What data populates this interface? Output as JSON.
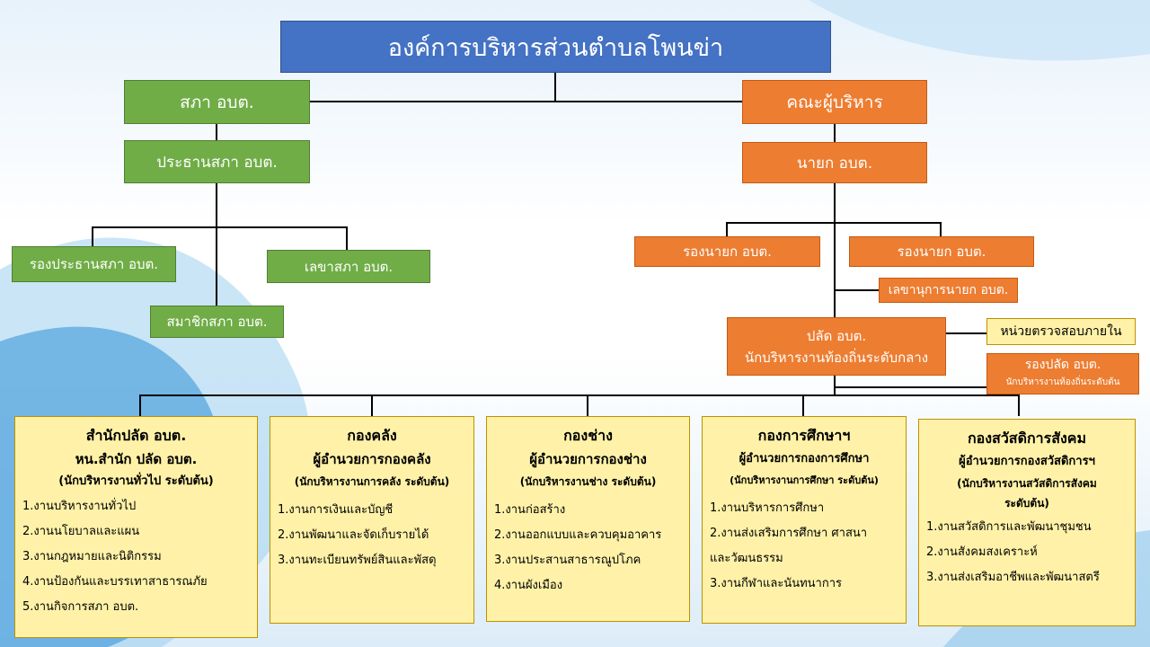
{
  "title": "องค์การบริหารส่วนตำบลโพนข่า",
  "left": {
    "council": "สภา อบต.",
    "chair": "ประธานสภา อบต.",
    "vice_chair": "รองประธานสภา อบต.",
    "secretary": "เลขาสภา อบต.",
    "member": "สมาชิกสภา อบต."
  },
  "right": {
    "executive": "คณะผู้บริหาร",
    "mayor": "นายก อบต.",
    "deputy1": "รองนายก อบต.",
    "deputy2": "รองนายก อบต.",
    "mayor_secretary": "เลขานุการนายก อบต.",
    "clerk_line1": "ปลัด อบต.",
    "clerk_line2": "นักบริหารงานท้องถิ่นระดับกลาง",
    "audit": "หน่วยตรวจสอบภายใน",
    "deputy_clerk_line1": "รองปลัด อบต.",
    "deputy_clerk_line2": "นักบริหารงานท้องถิ่นระดับต้น"
  },
  "departments": [
    {
      "headings": [
        "สำนักปลัด อบต.",
        "หน.สำนัก ปลัด อบต.",
        "(นักบริหารงานทั่วไป ระดับต้น)"
      ],
      "items": [
        "1.งานบริหารงานทั่วไป",
        "2.งานนโยบาลและแผน",
        "3.งานกฎหมายและนิติกรรม",
        "4.งานป้องกันและบรรเทาสาธารณภัย",
        "5.งานกิจการสภา อบต."
      ]
    },
    {
      "headings": [
        "กองคลัง",
        "ผู้อำนวยการกองคลัง",
        "(นักบริหารงานการคลัง ระดับต้น)"
      ],
      "items": [
        "1.งานการเงินและบัญชี",
        "2.งานพัฒนาและจัดเก็บรายได้",
        "3.งานทะเบียนทรัพย์สินและพัสดุ"
      ]
    },
    {
      "headings": [
        "กองช่าง",
        "ผู้อำนวยการกองช่าง",
        "(นักบริหารงานช่าง ระดับต้น)"
      ],
      "items": [
        "1.งานก่อสร้าง",
        "2.งานออกแบบและควบคุมอาคาร",
        "3.งานประสานสาธารณูปโภค",
        "4.งานผังเมือง"
      ]
    },
    {
      "headings": [
        "กองการศึกษาฯ",
        "ผู้อำนวยการกองการศึกษา",
        "(นักบริหารงานการศึกษา ระดับต้น)"
      ],
      "items": [
        "1.งานบริหารการศึกษา",
        "2.งานส่งเสริมการศึกษา ศาสนา",
        "และวัฒนธรรม",
        "3.งานกีฬาและนันทนาการ"
      ]
    },
    {
      "headings": [
        "กองสวัสดิการสังคม",
        "ผู้อำนวยการกองสวัสดิการฯ",
        "(นักบริหารงานสวัสดิการสังคม",
        "ระดับต้น)"
      ],
      "items": [
        "1.งานสวัสดิการและพัฒนาชุมชน",
        "2.งานสังคมสงเคราะห์",
        "3.งานส่งเสริมอาชีพและพัฒนาสตรี"
      ]
    }
  ]
}
